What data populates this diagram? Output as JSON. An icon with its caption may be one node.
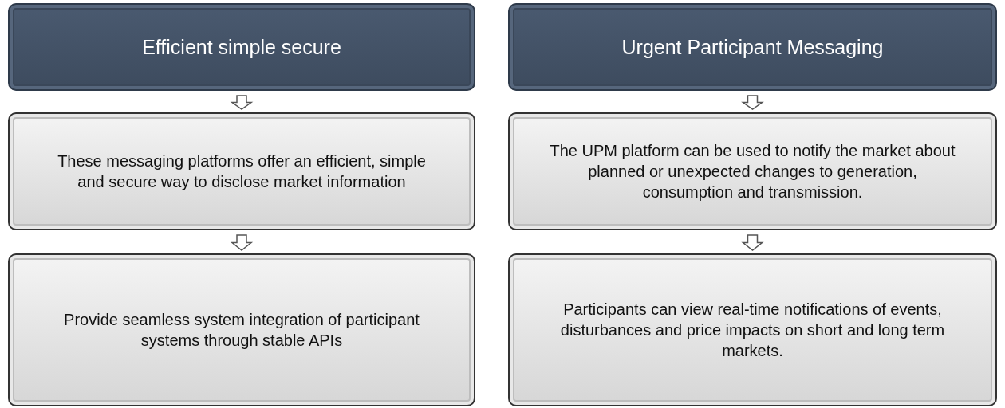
{
  "diagram": {
    "nodes": [
      {
        "text": [
          "Efficient simple secure"
        ]
      },
      {
        "text": [
          "These messaging platforms offer an efficient, simple and secure way to disclose market information"
        ]
      },
      {
        "text": [
          "Provide seamless system integration of participant systems through stable APIs"
        ]
      },
      {
        "text": [
          "Urgent Participant Messaging"
        ]
      },
      {
        "text": [
          "The UPM platform can be used to notify the market about planned or unexpected changes to generation, consumption and transmission."
        ]
      },
      {
        "text": [
          "Participants can view real-time notifications of events, disturbances and price impacts on short and long term markets."
        ]
      }
    ],
    "edges": [
      {
        "from": 0,
        "to": 1,
        "arrow": "to"
      },
      {
        "from": 1,
        "to": 2,
        "arrow": "to"
      },
      {
        "from": 3,
        "to": 4,
        "arrow": "to"
      },
      {
        "from": 4,
        "to": 5,
        "arrow": "to"
      }
    ]
  }
}
